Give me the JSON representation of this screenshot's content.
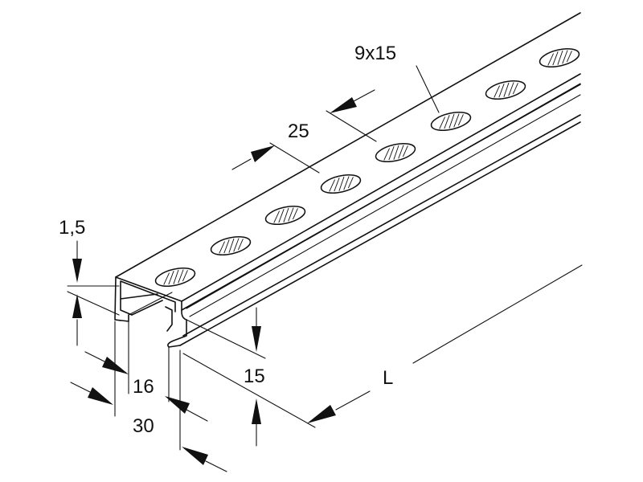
{
  "drawing": {
    "labels": {
      "slot_size": "9x15",
      "pitch": "25",
      "thickness": "1,5",
      "slot_width": "16",
      "width": "30",
      "height": "15",
      "length": "L"
    },
    "colors": {
      "line": "#111111",
      "background": "#ffffff"
    }
  }
}
